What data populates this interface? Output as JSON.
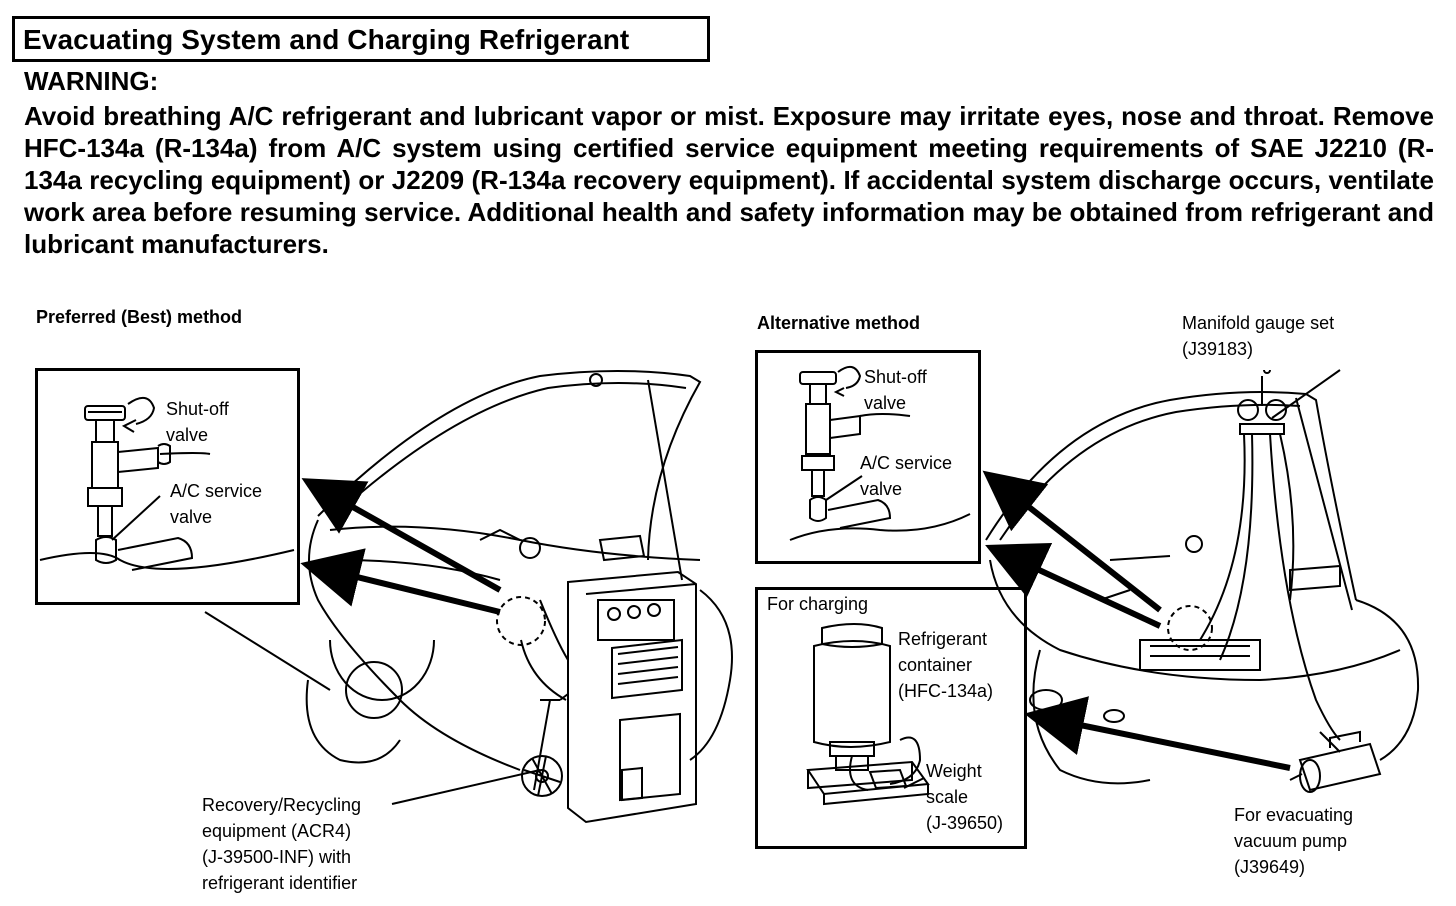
{
  "header": {
    "title": "Evacuating System and Charging Refrigerant"
  },
  "warning": {
    "title": "WARNING:",
    "body": "Avoid breathing A/C refrigerant and lubricant vapor or mist. Exposure may irritate eyes, nose and throat. Remove HFC-134a (R-134a) from A/C system using certified service equipment meeting requirements of SAE J2210 (R-134a recycling equipment) or J2209 (R-134a recovery equipment). If accidental system discharge occurs, ventilate work area before resuming service. Additional health and safety information may be obtained from refrigerant and lubricant manufacturers."
  },
  "preferred": {
    "heading": "Preferred (Best) method",
    "shutoff_label": "Shut-off\nvalve",
    "service_label": "A/C service\nvalve",
    "equipment_label": "Recovery/Recycling\nequipment (ACR4)\n(J-39500-INF) with\nrefrigerant identifier"
  },
  "alternative": {
    "heading": "Alternative method",
    "shutoff_label": "Shut-off\nvalve",
    "service_label": "A/C service\nvalve",
    "manifold_label": "Manifold gauge set\n(J39183)",
    "vacuum_label": "For evacuating\nvacuum pump\n(J39649)"
  },
  "charging": {
    "heading": "For charging",
    "container_label": "Refrigerant\ncontainer\n(HFC-134a)",
    "scale_label": "Weight\nscale\n(J-39650)"
  }
}
